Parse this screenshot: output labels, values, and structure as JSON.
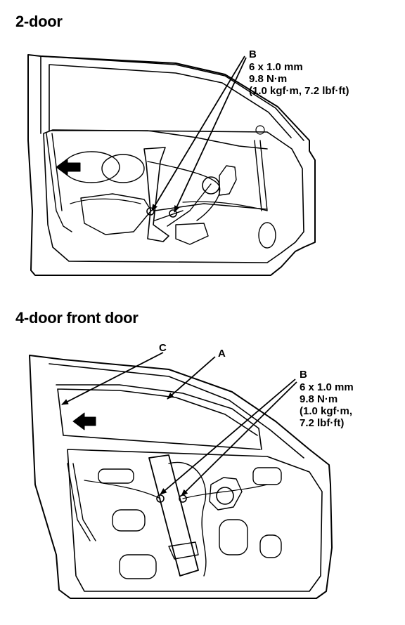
{
  "diagram_2door": {
    "heading": "2-door",
    "callout_b": {
      "letter": "B",
      "size": "6 x 1.0 mm",
      "torque": "9.8 N·m",
      "torque_alt": "(1.0 kgf·m, 7.2 lbf·ft)"
    }
  },
  "diagram_4door": {
    "heading": "4-door front door",
    "callout_a": {
      "letter": "A"
    },
    "callout_c": {
      "letter": "C"
    },
    "callout_b": {
      "letter": "B",
      "size": "6 x 1.0 mm",
      "torque": "9.8 N·m",
      "torque_alt_1": "(1.0 kgf·m,",
      "torque_alt_2": "7.2 lbf·ft)"
    }
  }
}
